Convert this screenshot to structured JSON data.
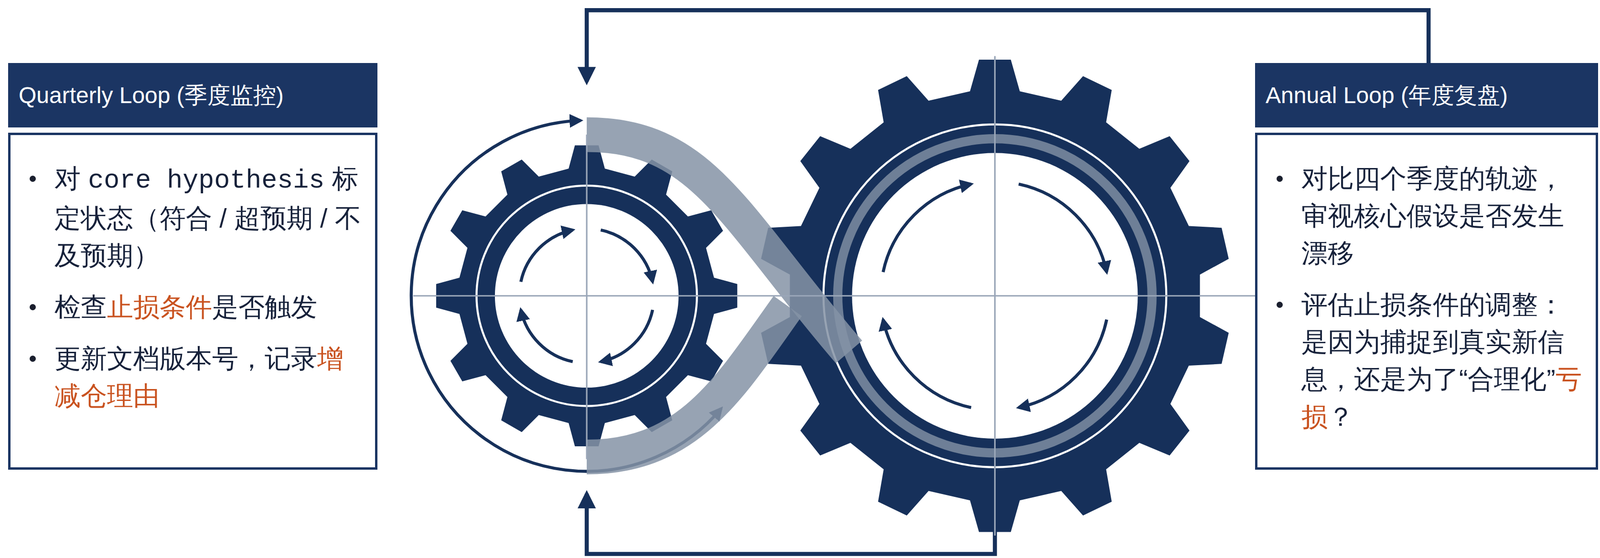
{
  "diagram": {
    "nodes": [
      {
        "text": [
          "Quarterly Loop (季度监控)",
          "对 core hypothesis 标定状态（符合 / 超预期 / 不及预期）",
          "检查止损条件是否触发",
          "更新文档版本号，记录增减仓理由"
        ]
      },
      {
        "text": [
          "Annual Loop (年度复盘)",
          "对比四个季度的轨迹，审视核心假设是否发生漂移",
          "评估止损条件的调整：是因为捕捉到真实新信息，还是为了“合理化”亏损？"
        ]
      }
    ]
  }
}
